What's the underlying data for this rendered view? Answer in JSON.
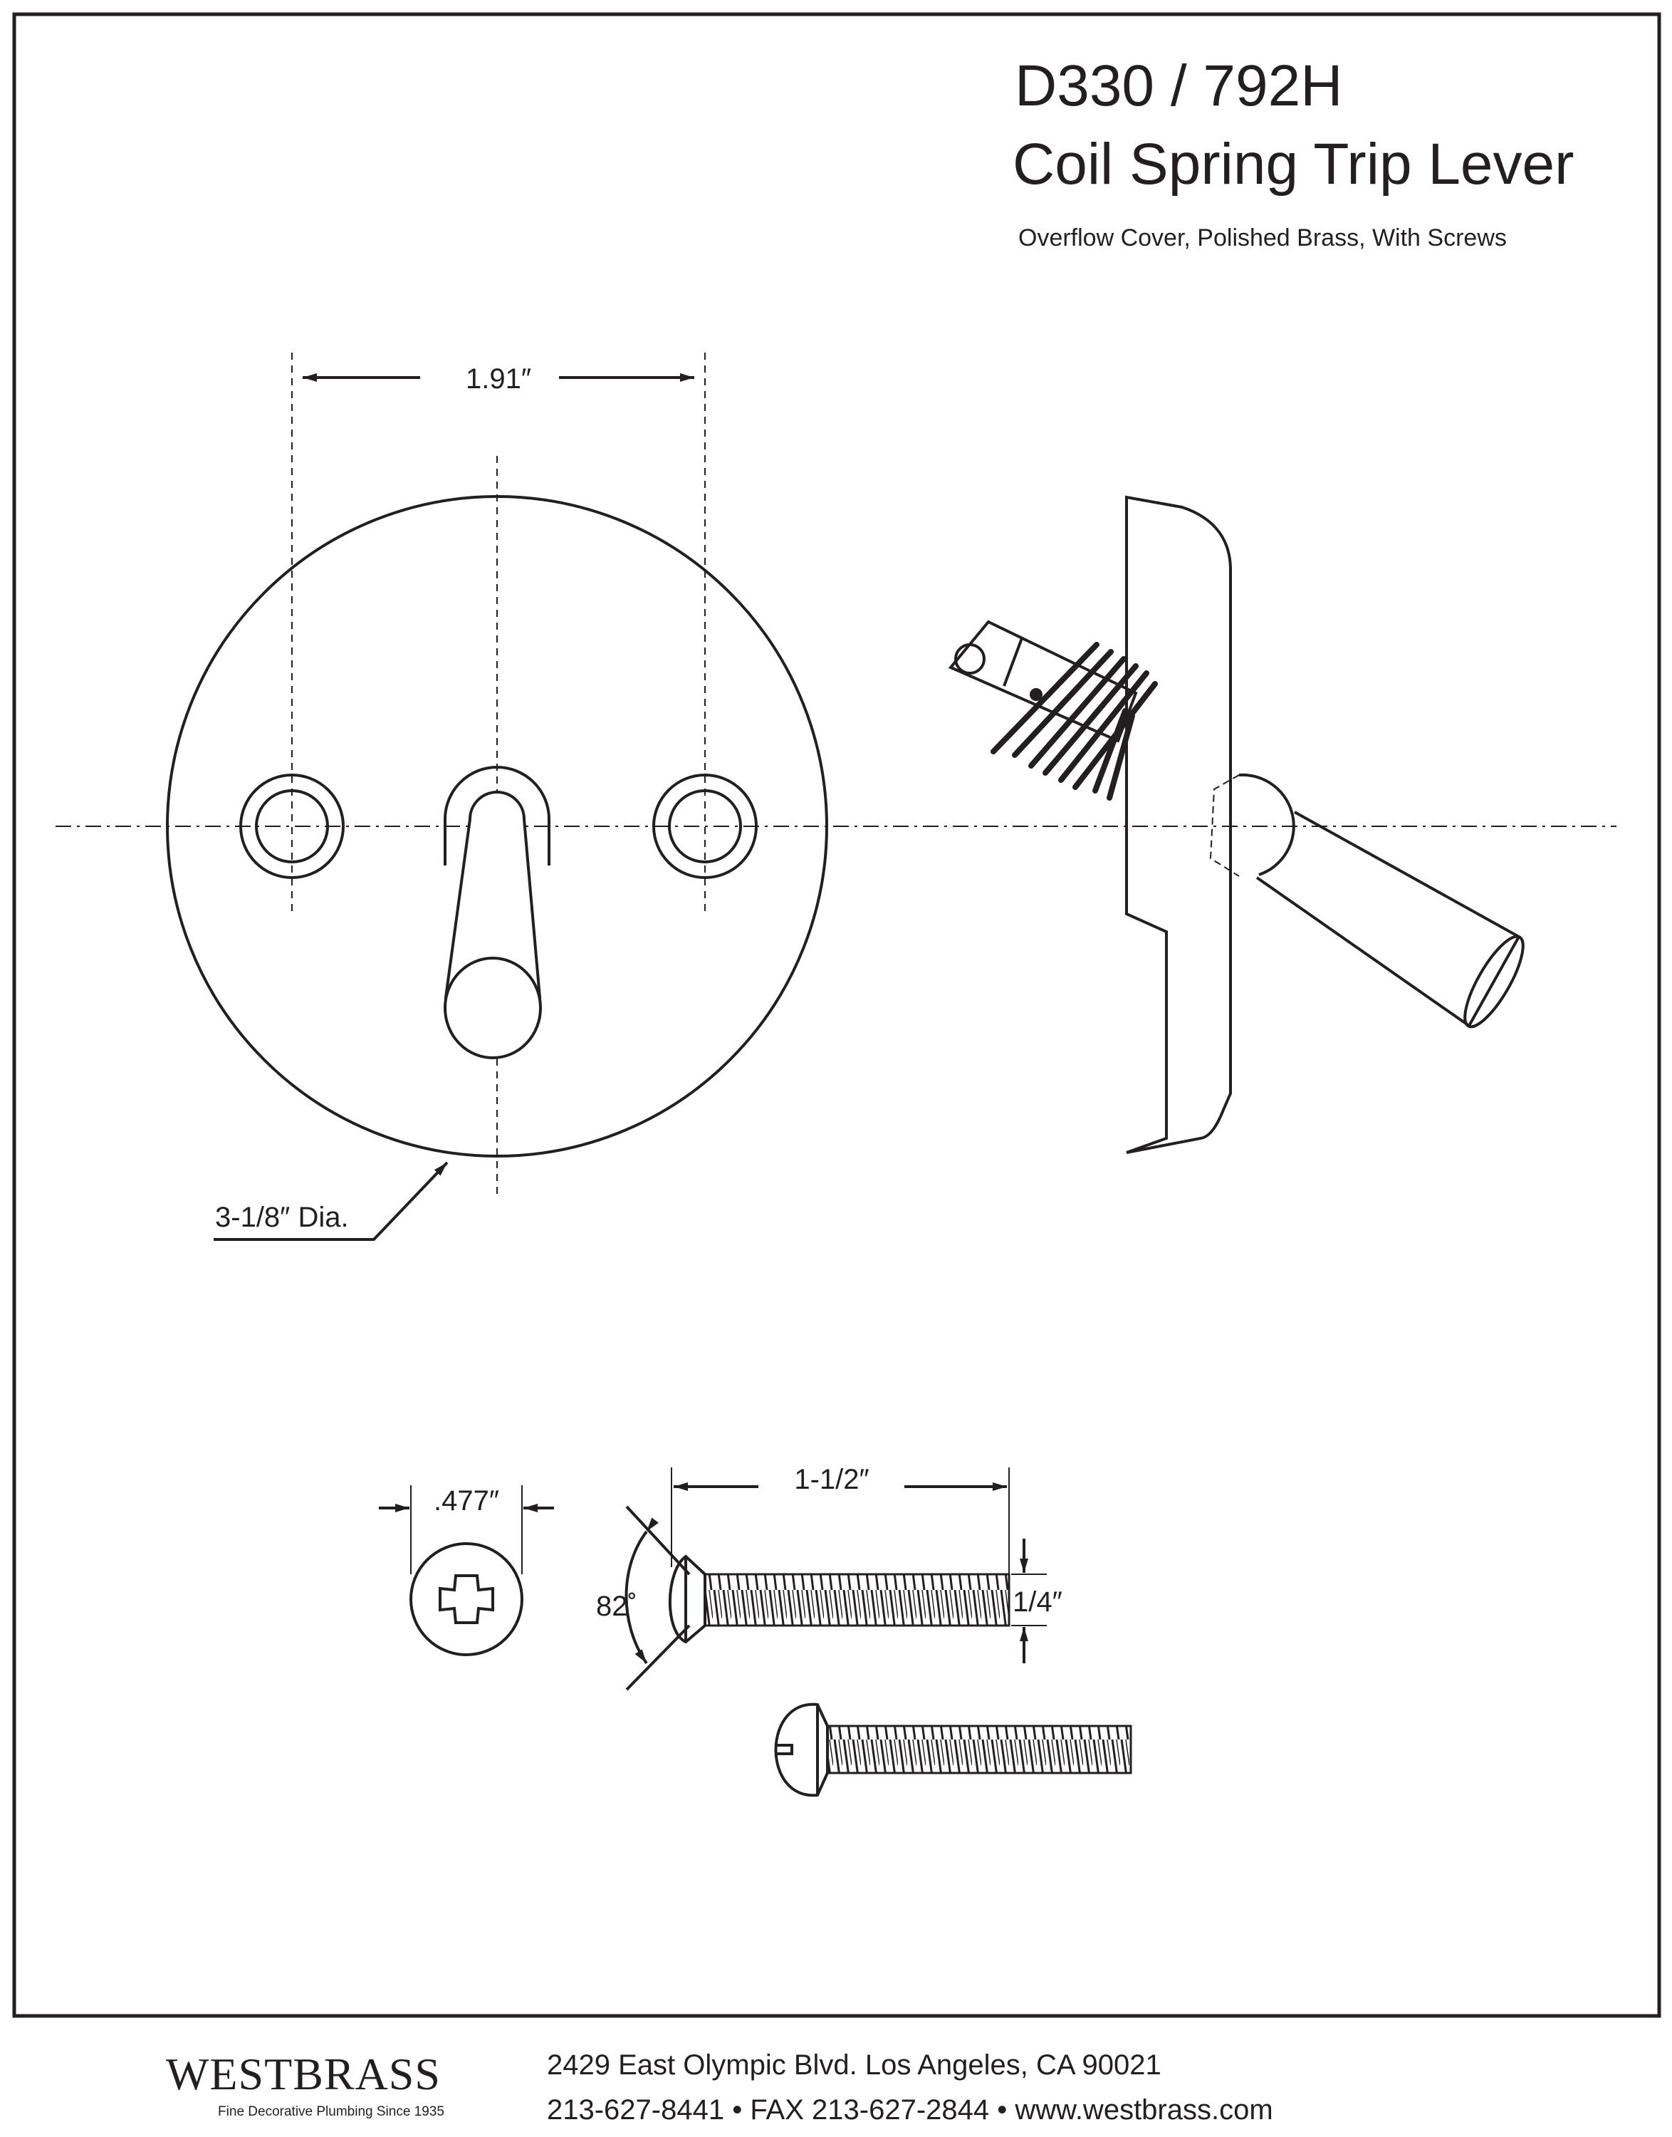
{
  "header": {
    "model": "D330 / 792H",
    "title": "Coil Spring Trip Lever",
    "subtitle": "Overflow Cover, Polished Brass, With Screws"
  },
  "dimensions": {
    "hole_spacing": "1.91″",
    "plate_diameter": "3-1/8″ Dia.",
    "screw_head": ".477″",
    "screw_length": "1-1/2″",
    "screw_angle": "82˚",
    "screw_thread": "1/4″"
  },
  "footer": {
    "brand": "WESTBRASS",
    "tagline": "Fine Decorative Plumbing Since 1935",
    "address": "2429 East Olympic Blvd. Los Angeles, CA  90021",
    "contact": "213-627-8441 • FAX 213-627-2844 • www.westbrass.com"
  }
}
